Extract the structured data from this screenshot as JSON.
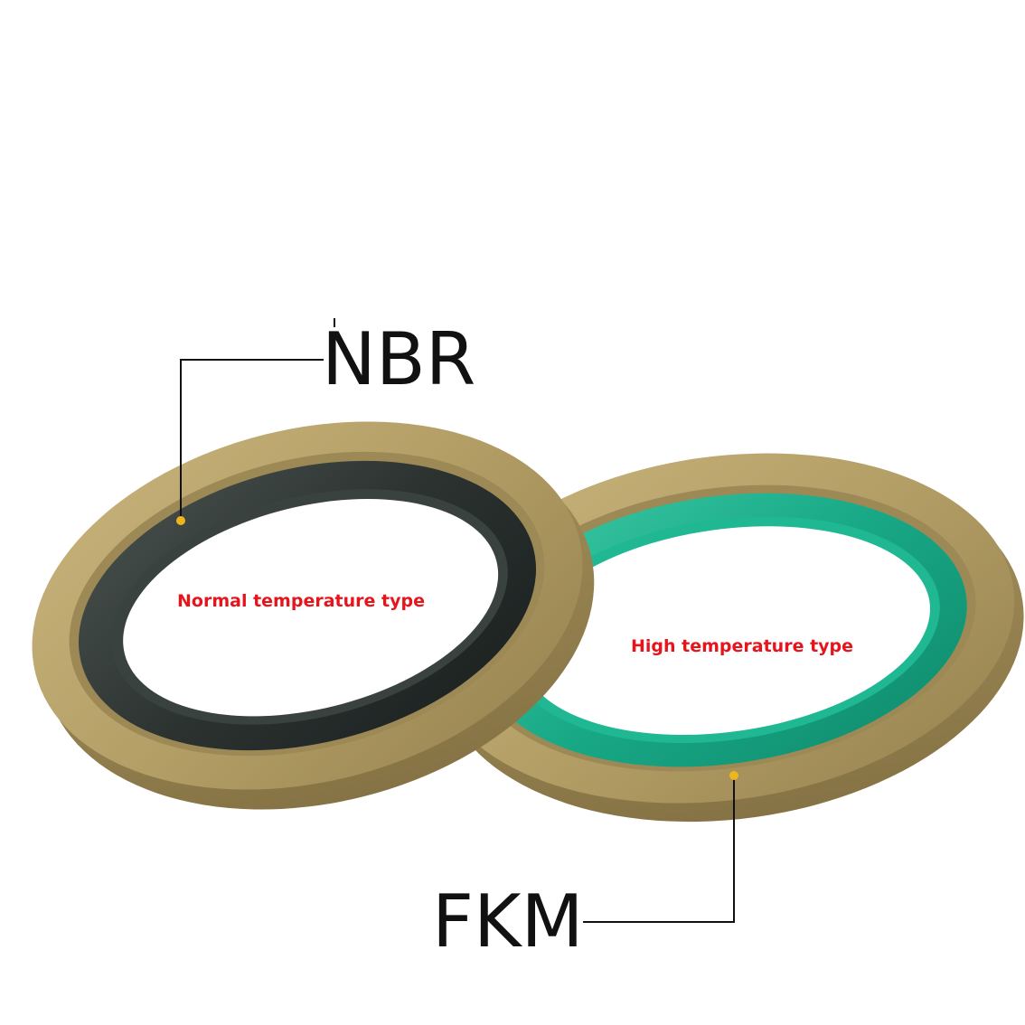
{
  "image": {
    "background": "#ffffff",
    "colors": {
      "seal_body": "#b39e66",
      "seal_body_shadow": "#8f7d4c",
      "nbr_oring": "#2b3230",
      "fkm_oring": "#18a886",
      "marker_dot": "#f0b41e",
      "annotation_text": "#e8141c",
      "leader_line": "#111111"
    }
  },
  "labels": {
    "nbr": "NBR",
    "fkm": "FKM",
    "nbr_description": "Normal temperature type",
    "fkm_description": "High temperature type"
  }
}
